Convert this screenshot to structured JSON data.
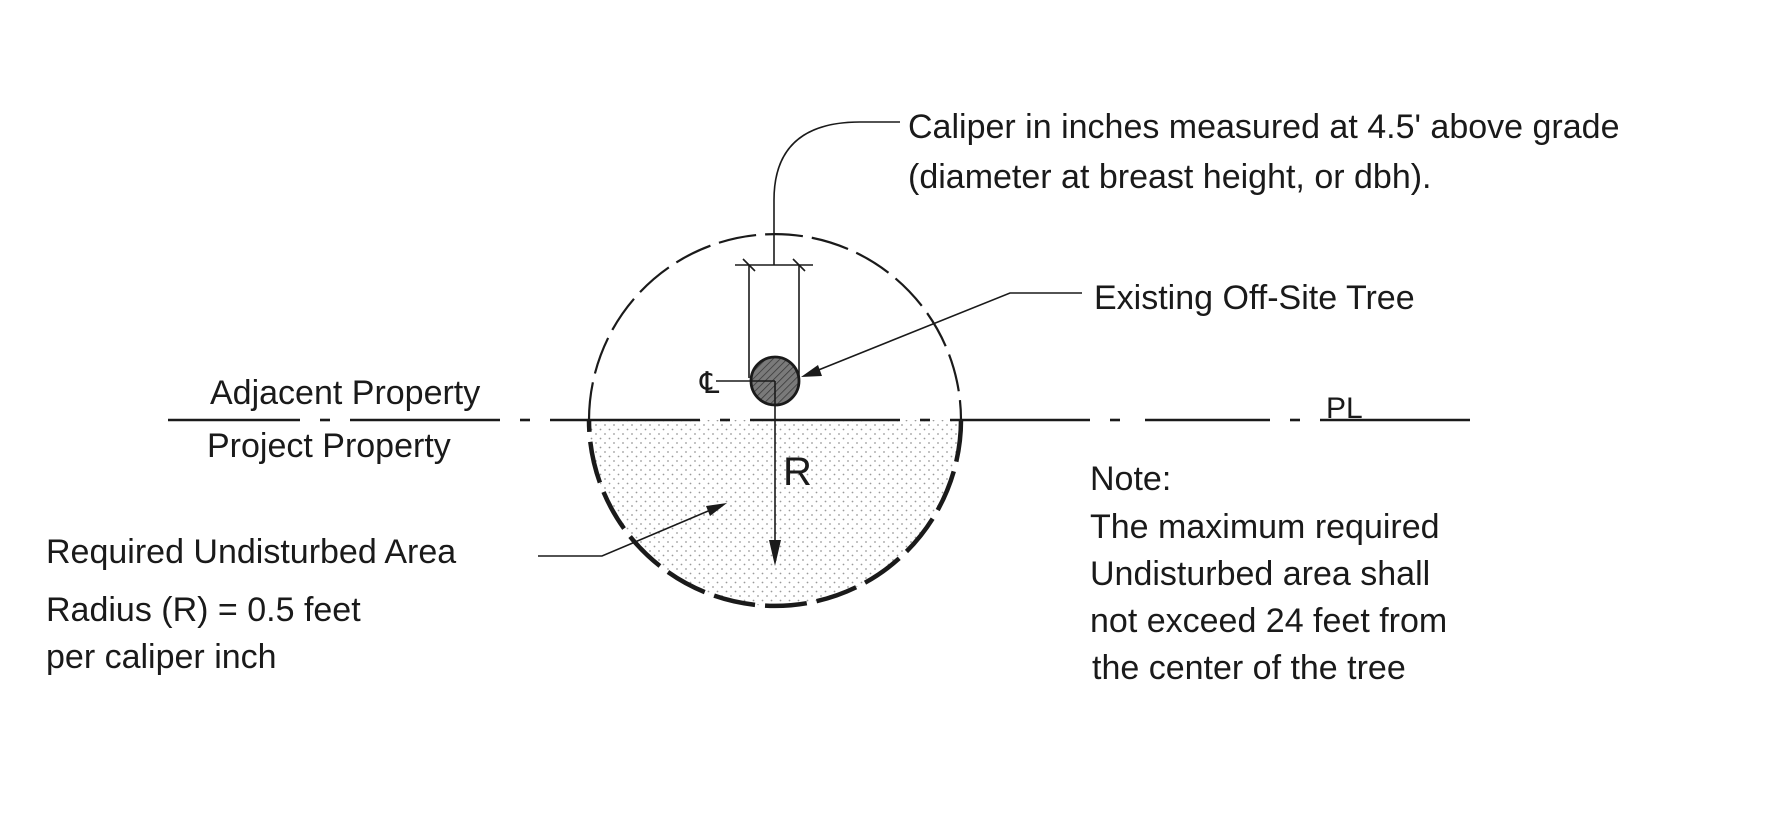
{
  "labels": {
    "caliper_line1": "Caliper in inches measured at 4.5' above grade",
    "caliper_line2": "(diameter at breast height, or dbh).",
    "existing_tree": "Existing Off-Site Tree",
    "adjacent_property": "Adjacent Property",
    "project_property": "Project Property",
    "radius_symbol": "R",
    "area_title": "Required Undisturbed Area",
    "area_radius_line1": "Radius (R) = 0.5 feet",
    "area_radius_line2": "per caliper inch",
    "centerline_symbol": "℄",
    "property_line_symbol": "PL"
  },
  "note": {
    "heading": "Note:",
    "lines": [
      "The maximum required",
      "Undisturbed area shall",
      "not exceed 24 feet from",
      "the center of the tree"
    ]
  },
  "colors": {
    "ink": "#1a1a1a",
    "trunk_fill": "#7a7a7a",
    "stipple": "#9a9a9a"
  }
}
